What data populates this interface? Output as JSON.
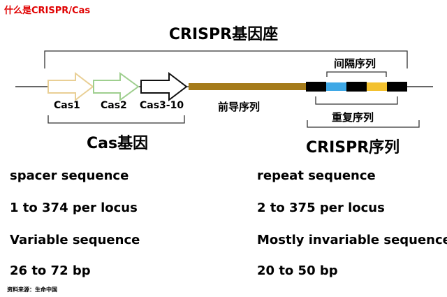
{
  "header_title": "什么是CRISPR/Cas",
  "diagram": {
    "locus_title": "CRISPR基因座",
    "genes": [
      "Cas1",
      "Cas2",
      "Cas3-10"
    ],
    "leader_label": "前导序列",
    "spacer_label": "间隔序列",
    "repeat_label": "重复序列",
    "cas_genes_label": "Cas基因",
    "array_label": "CRISPR序列",
    "colors": {
      "cas1": "#e9cf95",
      "cas2": "#9fcf8f",
      "cas3": "#111111",
      "leader": "#a57b1a",
      "repeat": "#000000",
      "spacer_blue": "#3ea8e6",
      "spacer_yellow": "#f3c12f"
    }
  },
  "comparison": {
    "left": [
      "spacer sequence",
      "1 to 374 per locus",
      "Variable sequence",
      "26 to 72 bp"
    ],
    "right": [
      "repeat sequence",
      "2 to 375 per locus",
      "Mostly invariable sequence",
      "20 to 50 bp"
    ]
  },
  "source_note": "资料来源：生命中国"
}
